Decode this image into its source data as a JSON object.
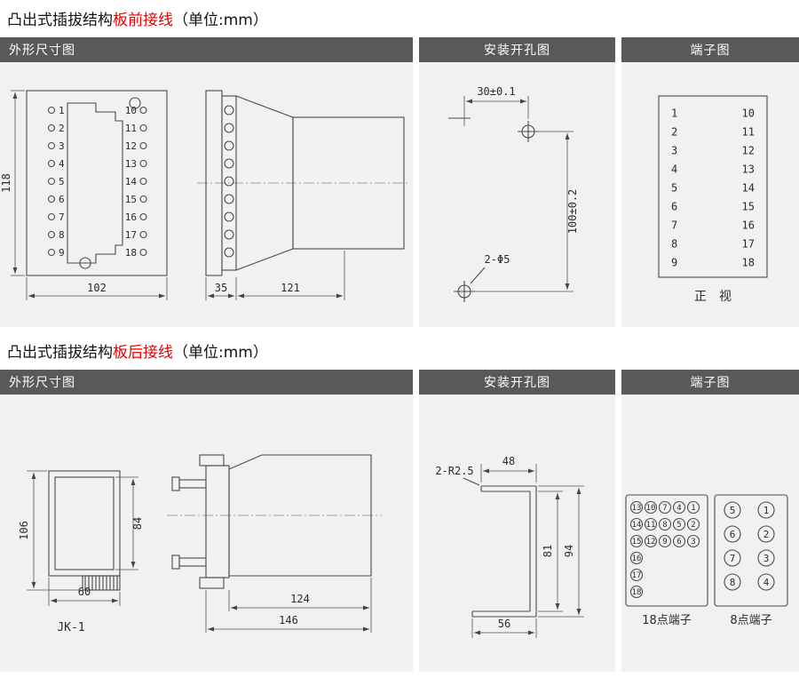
{
  "sections": [
    {
      "title": {
        "prefix": "凸出式插拔结构",
        "highlight": "板前接线",
        "suffix": "（单位:mm）"
      },
      "headers": {
        "outline": "外形尺寸图",
        "mounting": "安装开孔图",
        "terminal": "端子图"
      },
      "outline": {
        "front": {
          "left_terminals": [
            "1",
            "2",
            "3",
            "4",
            "5",
            "6",
            "7",
            "8",
            "9"
          ],
          "right_terminals": [
            "10",
            "11",
            "12",
            "13",
            "14",
            "15",
            "16",
            "17",
            "18"
          ],
          "height": "118",
          "width": "102"
        },
        "side": {
          "flange_depth": "35",
          "body_depth": "121"
        }
      },
      "mounting": {
        "hole_spacing_x": "30±0.1",
        "hole_spacing_y": "100±0.2",
        "hole_label": "2-Φ5"
      },
      "terminal": {
        "left": [
          "1",
          "2",
          "3",
          "4",
          "5",
          "6",
          "7",
          "8",
          "9"
        ],
        "right": [
          "10",
          "11",
          "12",
          "13",
          "14",
          "15",
          "16",
          "17",
          "18"
        ],
        "caption": "正　视"
      }
    },
    {
      "title": {
        "prefix": "凸出式插拔结构",
        "highlight": "板后接线",
        "suffix": "（单位:mm）"
      },
      "headers": {
        "outline": "外形尺寸图",
        "mounting": "安装开孔图",
        "terminal": "端子图"
      },
      "outline": {
        "front": {
          "height": "106",
          "inner_height": "84",
          "width": "60",
          "model": "JK-1"
        },
        "side": {
          "body_depth": "124",
          "total_depth": "146"
        }
      },
      "mounting": {
        "corner_radius": "2-R2.5",
        "top_width": "48",
        "slot_height": "81",
        "total_height": "94",
        "bottom_width": "56"
      },
      "terminal": {
        "t18": {
          "rows": [
            [
              "13",
              "10",
              "7",
              "4",
              "1"
            ],
            [
              "14",
              "11",
              "8",
              "5",
              "2"
            ],
            [
              "15",
              "12",
              "9",
              "6",
              "3"
            ],
            [
              "16"
            ],
            [
              "17"
            ],
            [
              "18"
            ]
          ],
          "caption": "18点端子"
        },
        "t8": {
          "rows": [
            [
              "5",
              "1"
            ],
            [
              "6",
              "2"
            ],
            [
              "7",
              "3"
            ],
            [
              "8",
              "4"
            ]
          ],
          "caption": "8点端子"
        }
      }
    }
  ],
  "colors": {
    "header_bg": "#58595b",
    "header_text": "#ffffff",
    "cell_bg": "#f1f1f2",
    "title_red": "#e60000",
    "line": "#4a4a4a"
  }
}
